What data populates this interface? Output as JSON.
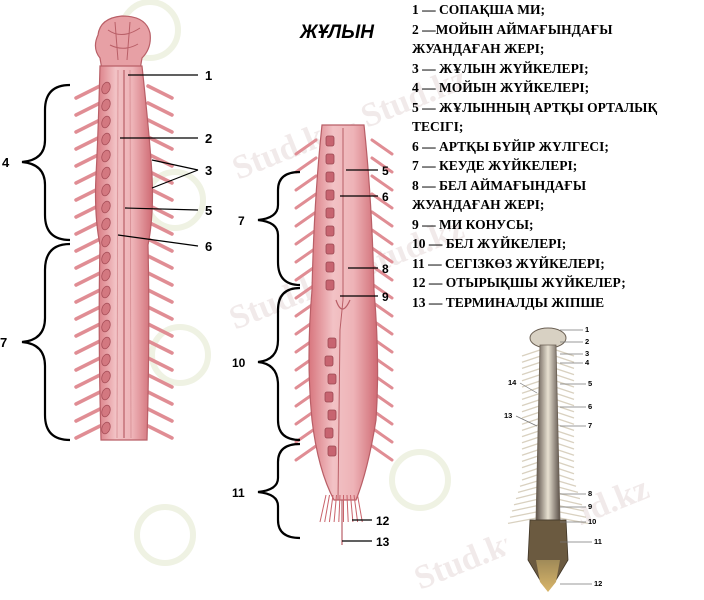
{
  "title": "ЖҰЛЫН",
  "legend": [
    "1 — СОПАҚША МИ;",
    "2 —МОЙЫН АЙМАҒЫНДАҒЫ",
    " ЖУАНДАҒАН ЖЕРІ;",
    "3 — ЖҰЛЫН ЖҮЙКЕЛЕРІ;",
    "4 — МОЙЫН ЖҮЙКЕЛЕРІ;",
    "5 — ЖҰЛЫННЫҢ АРТҚЫ ОРТАЛЫҚ",
    "ТЕСІГІ;",
    "6 — АРТҚЫ БҮЙІР ЖҮЛГЕСІ;",
    "7 — КЕУДЕ ЖҮЙКЕЛЕРІ;",
    "8 — БЕЛ АЙМАҒЫНДАҒЫ",
    "ЖУАНДАҒАН ЖЕРІ;",
    "9 — МИ КОНУСЫ;",
    "10 — БЕЛ ЖҮЙКЕЛЕРІ;",
    "11 — СЕГІЗКӨЗ ЖҮЙКЕЛЕРІ;",
    "12 — ОТЫРЫҚШЫ ЖҮЙКЕЛЕР;",
    "13 — ТЕРМИНАЛДЫ ЖІПШЕ"
  ],
  "left_figure": {
    "labels": [
      "1",
      "2",
      "3",
      "5",
      "6"
    ],
    "brace_labels": [
      "4",
      "7"
    ]
  },
  "middle_figure": {
    "labels": [
      "5",
      "6",
      "8",
      "9",
      "12",
      "13"
    ],
    "brace_labels": [
      "7",
      "10",
      "11"
    ]
  },
  "photo_figure": {
    "labels": [
      "1",
      "2",
      "3",
      "4",
      "14",
      "5",
      "13",
      "6",
      "7",
      "8",
      "9",
      "10",
      "11",
      "12"
    ]
  },
  "watermark": "Stud.kz - Stud.kz",
  "colors": {
    "cord": "#e9a3a8",
    "cord_dark": "#c9636b",
    "photo_cord": "#c9c0b0",
    "photo_bg": "#3a332c",
    "text": "#000000"
  }
}
